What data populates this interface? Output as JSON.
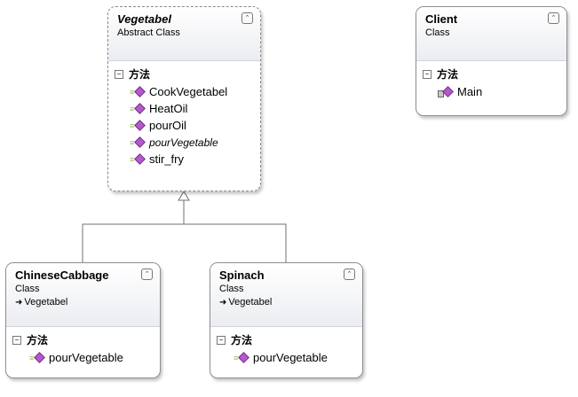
{
  "classes": {
    "vegetabel": {
      "name": "Vegetabel",
      "kind": "Abstract Class",
      "section": "方法",
      "methods": [
        "CookVegetabel",
        "HeatOil",
        "pourOil",
        "pourVegetable",
        "stir_fry"
      ]
    },
    "client": {
      "name": "Client",
      "kind": "Class",
      "section": "方法",
      "methods": [
        "Main"
      ]
    },
    "chinese_cabbage": {
      "name": "ChineseCabbage",
      "kind": "Class",
      "base": "Vegetabel",
      "section": "方法",
      "methods": [
        "pourVegetable"
      ]
    },
    "spinach": {
      "name": "Spinach",
      "kind": "Class",
      "base": "Vegetabel",
      "section": "方法",
      "methods": [
        "pourVegetable"
      ]
    }
  },
  "icons": {
    "collapse": "double-chevron-up-icon",
    "section_toggle": "minus-box-icon",
    "method": "method-icon",
    "inherit": "inheritance-arrow-icon"
  },
  "colors": {
    "method_icon": "#b25ac9",
    "border": "#8d8d8d",
    "header_gradient_end": "#ebedf1"
  }
}
